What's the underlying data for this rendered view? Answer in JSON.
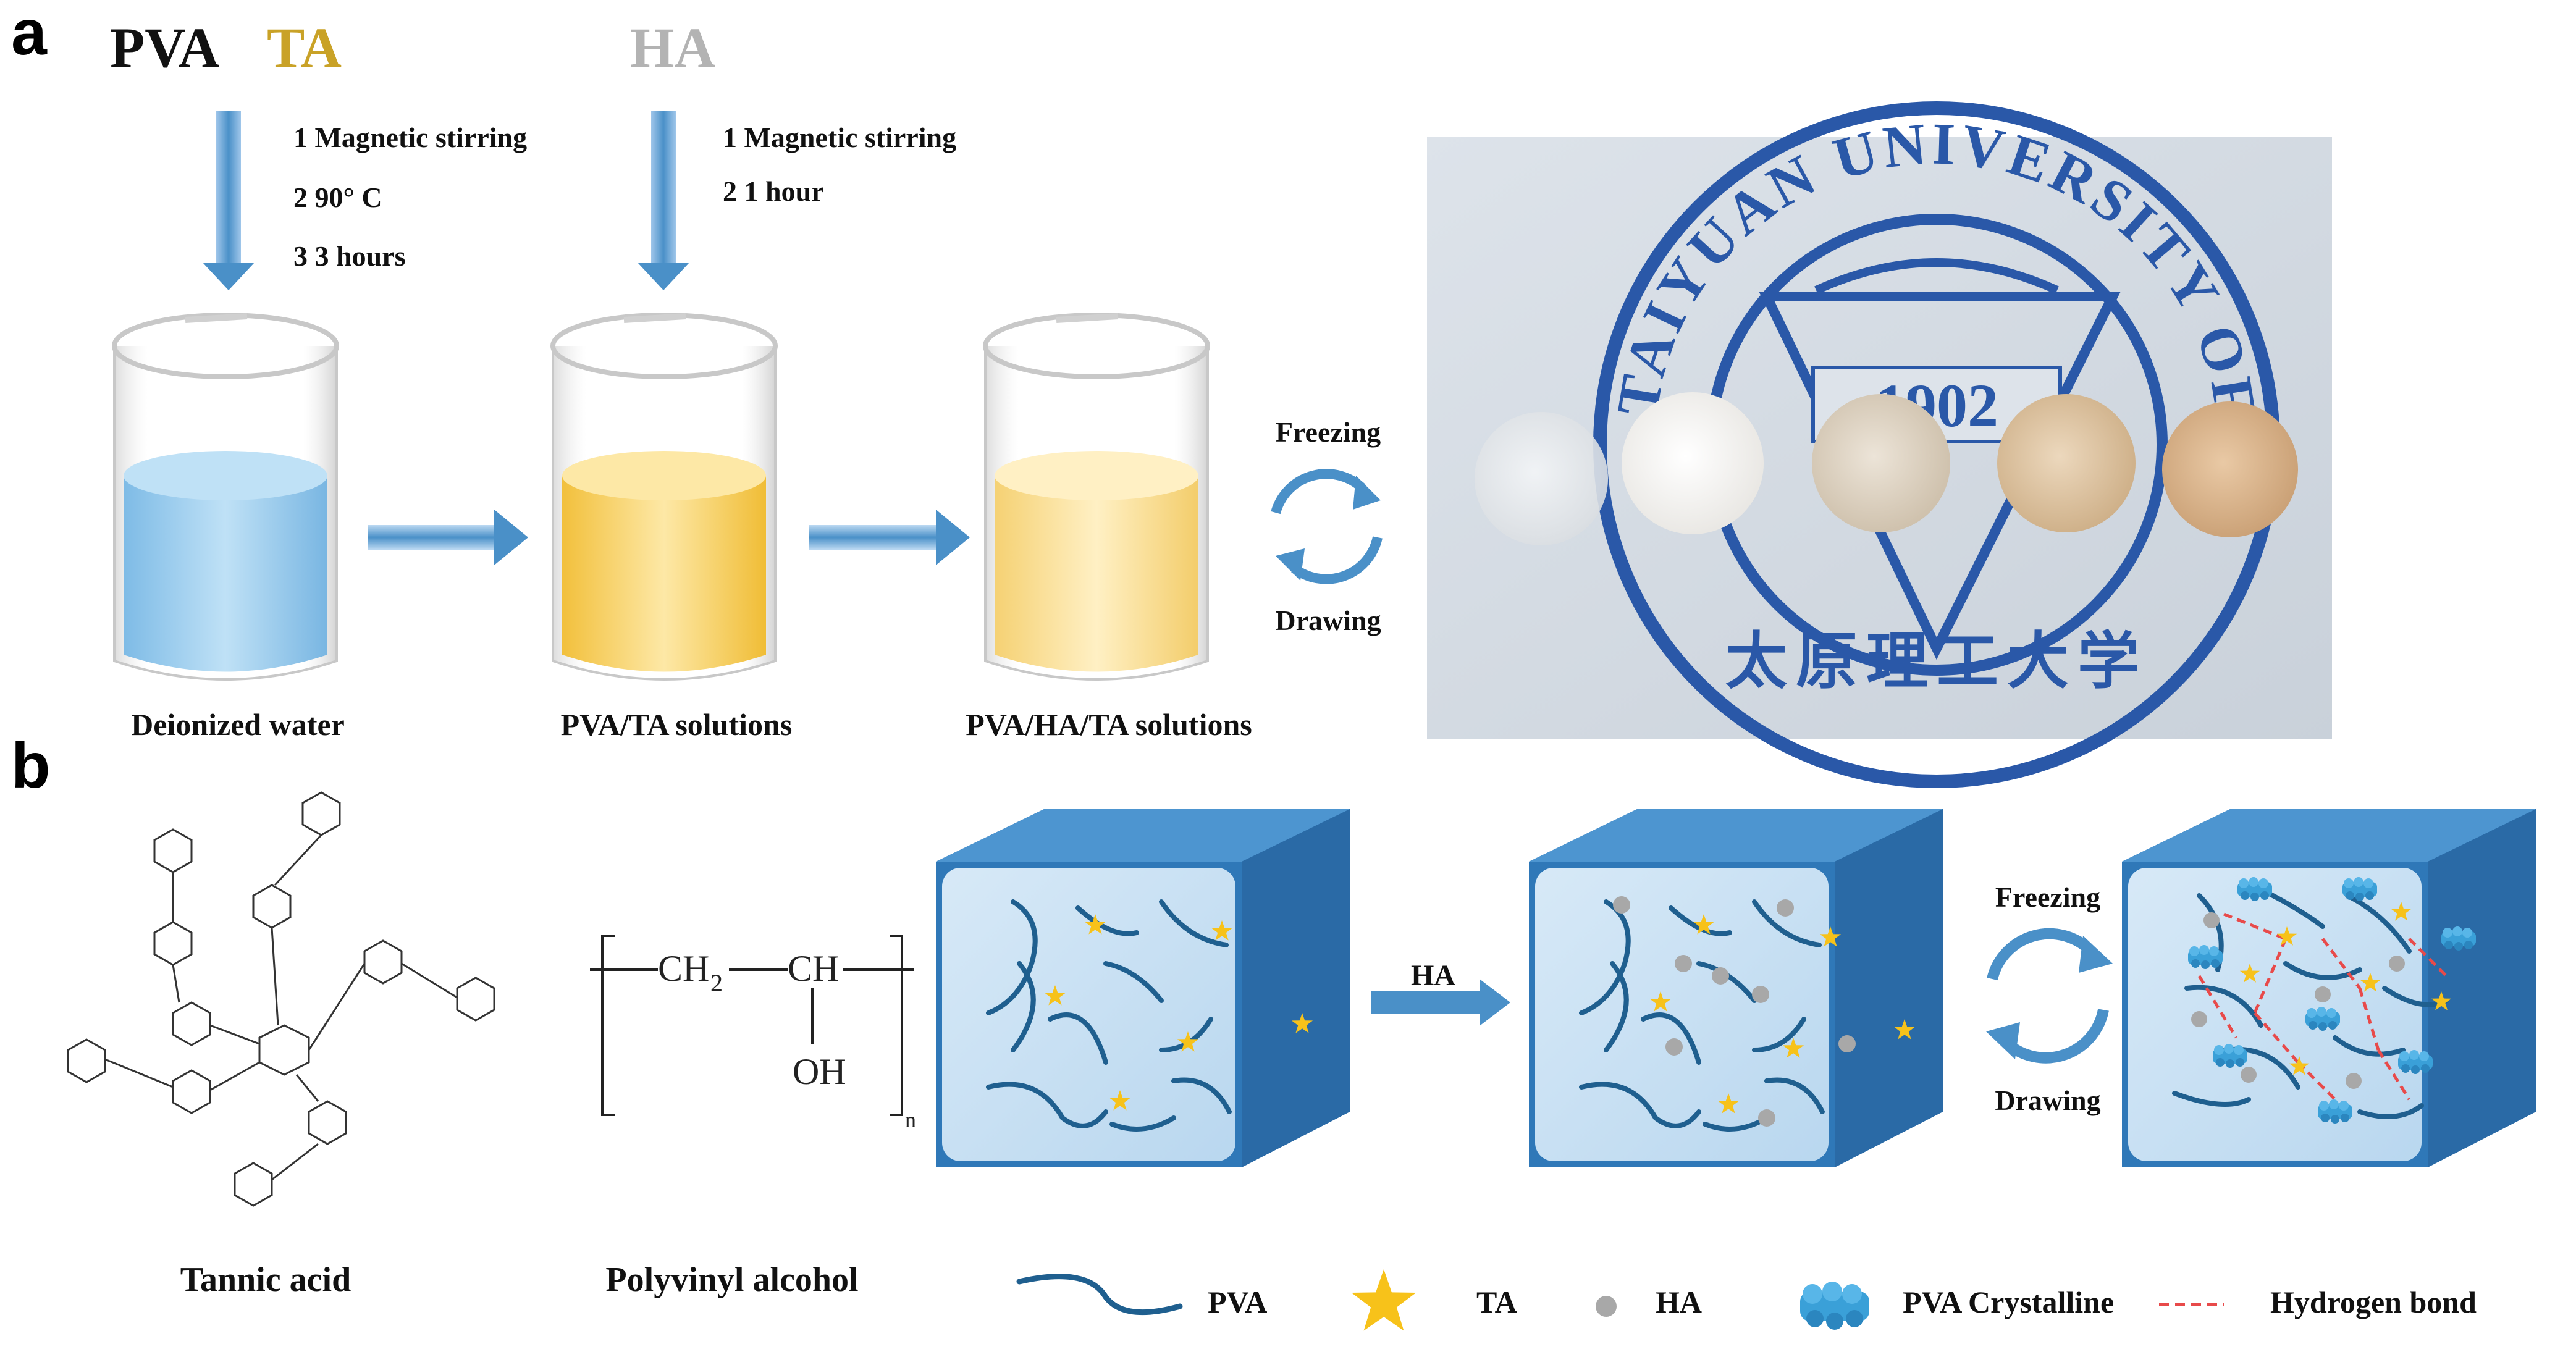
{
  "panel_a": {
    "letter": "a",
    "reagents": {
      "pva": "PVA",
      "ta": "TA",
      "ha": "HA"
    },
    "step1": [
      "1 Magnetic stirring",
      "2  90° C",
      "3  3 hours"
    ],
    "step2": [
      "1 Magnetic stirring",
      "2  1 hour"
    ],
    "beakers": [
      "Deionized water",
      "PVA/TA solutions",
      "PVA/HA/TA solutions"
    ],
    "cycle": {
      "top": "Freezing",
      "bottom": "Drawing"
    },
    "photo": {
      "seal_text_ring": "TAIYUAN UNIVERSITY OF TECHNOLOGY",
      "seal_year": "1902",
      "seal_chinese": "太原理工大学"
    }
  },
  "panel_b": {
    "letter": "b",
    "molecules": {
      "tannic_acid": "Tannic acid",
      "pva": "Polyvinyl alcohol"
    },
    "formula": {
      "ch2": "CH",
      "ch2_sub": "2",
      "ch": "CH",
      "oh": "OH",
      "n": "n"
    },
    "ha_arrow": "HA",
    "cycle": {
      "top": "Freezing",
      "bottom": "Drawing"
    },
    "legend": [
      {
        "label": "PVA"
      },
      {
        "label": "TA"
      },
      {
        "label": "HA"
      },
      {
        "label": "PVA Crystalline"
      },
      {
        "label": "Hydrogen bond"
      }
    ]
  },
  "colors": {
    "ta_gold": "#c9a227",
    "ha_gray": "#b3b3b3",
    "arrow_blue": "#4a90c8",
    "water_blue": "#a9d3f0",
    "solution_yellow": "#f7d56c",
    "cube_blue": "#3f86c4",
    "star_gold": "#f7c21a",
    "hbond_red": "#e84a4a",
    "seal_blue": "#2a58a8"
  }
}
